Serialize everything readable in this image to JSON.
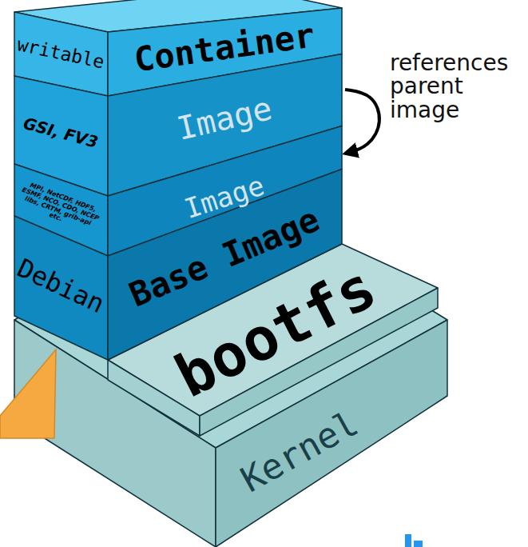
{
  "diagram": {
    "nodes": [
      {
        "text": [
          "writable",
          "Container"
        ]
      },
      {
        "text": [
          "GSI, FV3",
          "Image"
        ]
      },
      {
        "text": [
          "MPI, NetCDF, HDF5, ESMF, NCO, CDO, NCEP libs, CRTM, grib-api etc.",
          "Image"
        ]
      },
      {
        "text": [
          "Debian",
          "Base Image"
        ]
      },
      {
        "text": [
          "bootfs"
        ]
      },
      {
        "text": [
          "Kernel"
        ]
      }
    ],
    "edges": [
      {
        "from": 1,
        "to": 2,
        "arrow": "to",
        "label": "references parent image"
      }
    ]
  }
}
